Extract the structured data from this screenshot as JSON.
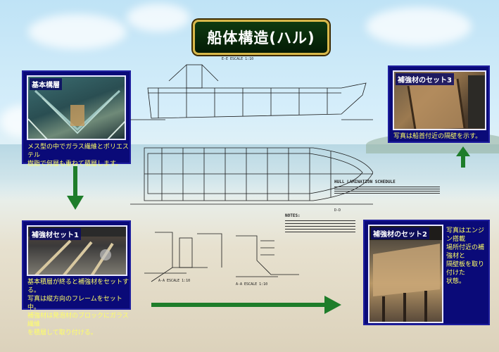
{
  "title": "船体構造(ハル)",
  "panels": [
    {
      "label": "基本構層",
      "caption": [
        "メス型の中でガラス繊維とポリエステル",
        "樹脂で何層も重ねて積層します。"
      ]
    },
    {
      "label": "補強材セット1",
      "caption": [
        "基本積層が終ると補強材をセットする。",
        "写真は縦方向のフレームをセット中。",
        "補強材は発泡材のブロックにガラス繊維",
        "を積層して取り付ける。"
      ]
    },
    {
      "label": "補強材のセット3",
      "caption": [
        "写真は船首付近の隔壁を示す。"
      ]
    },
    {
      "label": "補強材のセット2",
      "caption": [
        "写真はエンジン搭載",
        "場所付近の補強材と",
        "隔壁板を取り付けた",
        "状態。"
      ]
    }
  ],
  "drawing": {
    "section_label": "E-E ESCALE 1:10",
    "plan_label": "D-D",
    "detail_a": "A-A ESCALE 1:10",
    "detail_b": "A-A ESCALE 1:10",
    "notes_title": "NOTES:",
    "hull_schedule_title": "HULL LAMINATION SCHEDULE"
  },
  "colors": {
    "panel_bg": "#0a0a78",
    "caption": "#ffff66",
    "arrow": "#1e7d2a",
    "title_bg": "#0e3a10",
    "title_border": "#d8b84a"
  }
}
